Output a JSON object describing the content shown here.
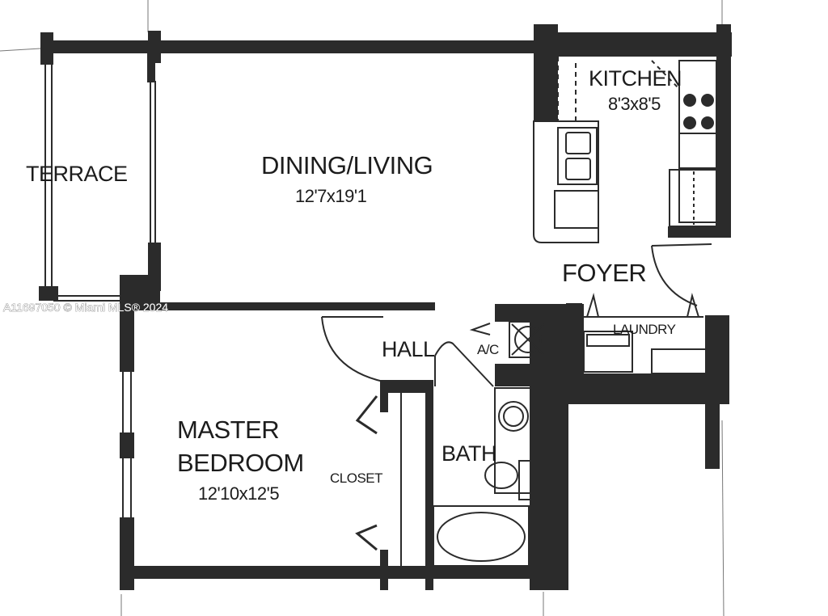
{
  "rooms": {
    "terrace": {
      "name": "TERRACE"
    },
    "dining_living": {
      "name": "DINING/LIVING",
      "dimensions": "12'7x19'1"
    },
    "kitchen": {
      "name": "KITCHEN",
      "dimensions": "8'3x8'5"
    },
    "foyer": {
      "name": "FOYER"
    },
    "laundry": {
      "name": "LAUNDRY"
    },
    "hall": {
      "name": "HALL"
    },
    "ac": {
      "name": "A/C"
    },
    "master_bedroom": {
      "name_line1": "MASTER",
      "name_line2": "BEDROOM",
      "dimensions": "12'10x12'5"
    },
    "closet": {
      "name": "CLOSET"
    },
    "bath": {
      "name": "BATH"
    }
  },
  "watermark": "A11697050 © Miami MLS® 2024",
  "colors": {
    "wall": "#2b2b2b",
    "background": "#ffffff"
  }
}
